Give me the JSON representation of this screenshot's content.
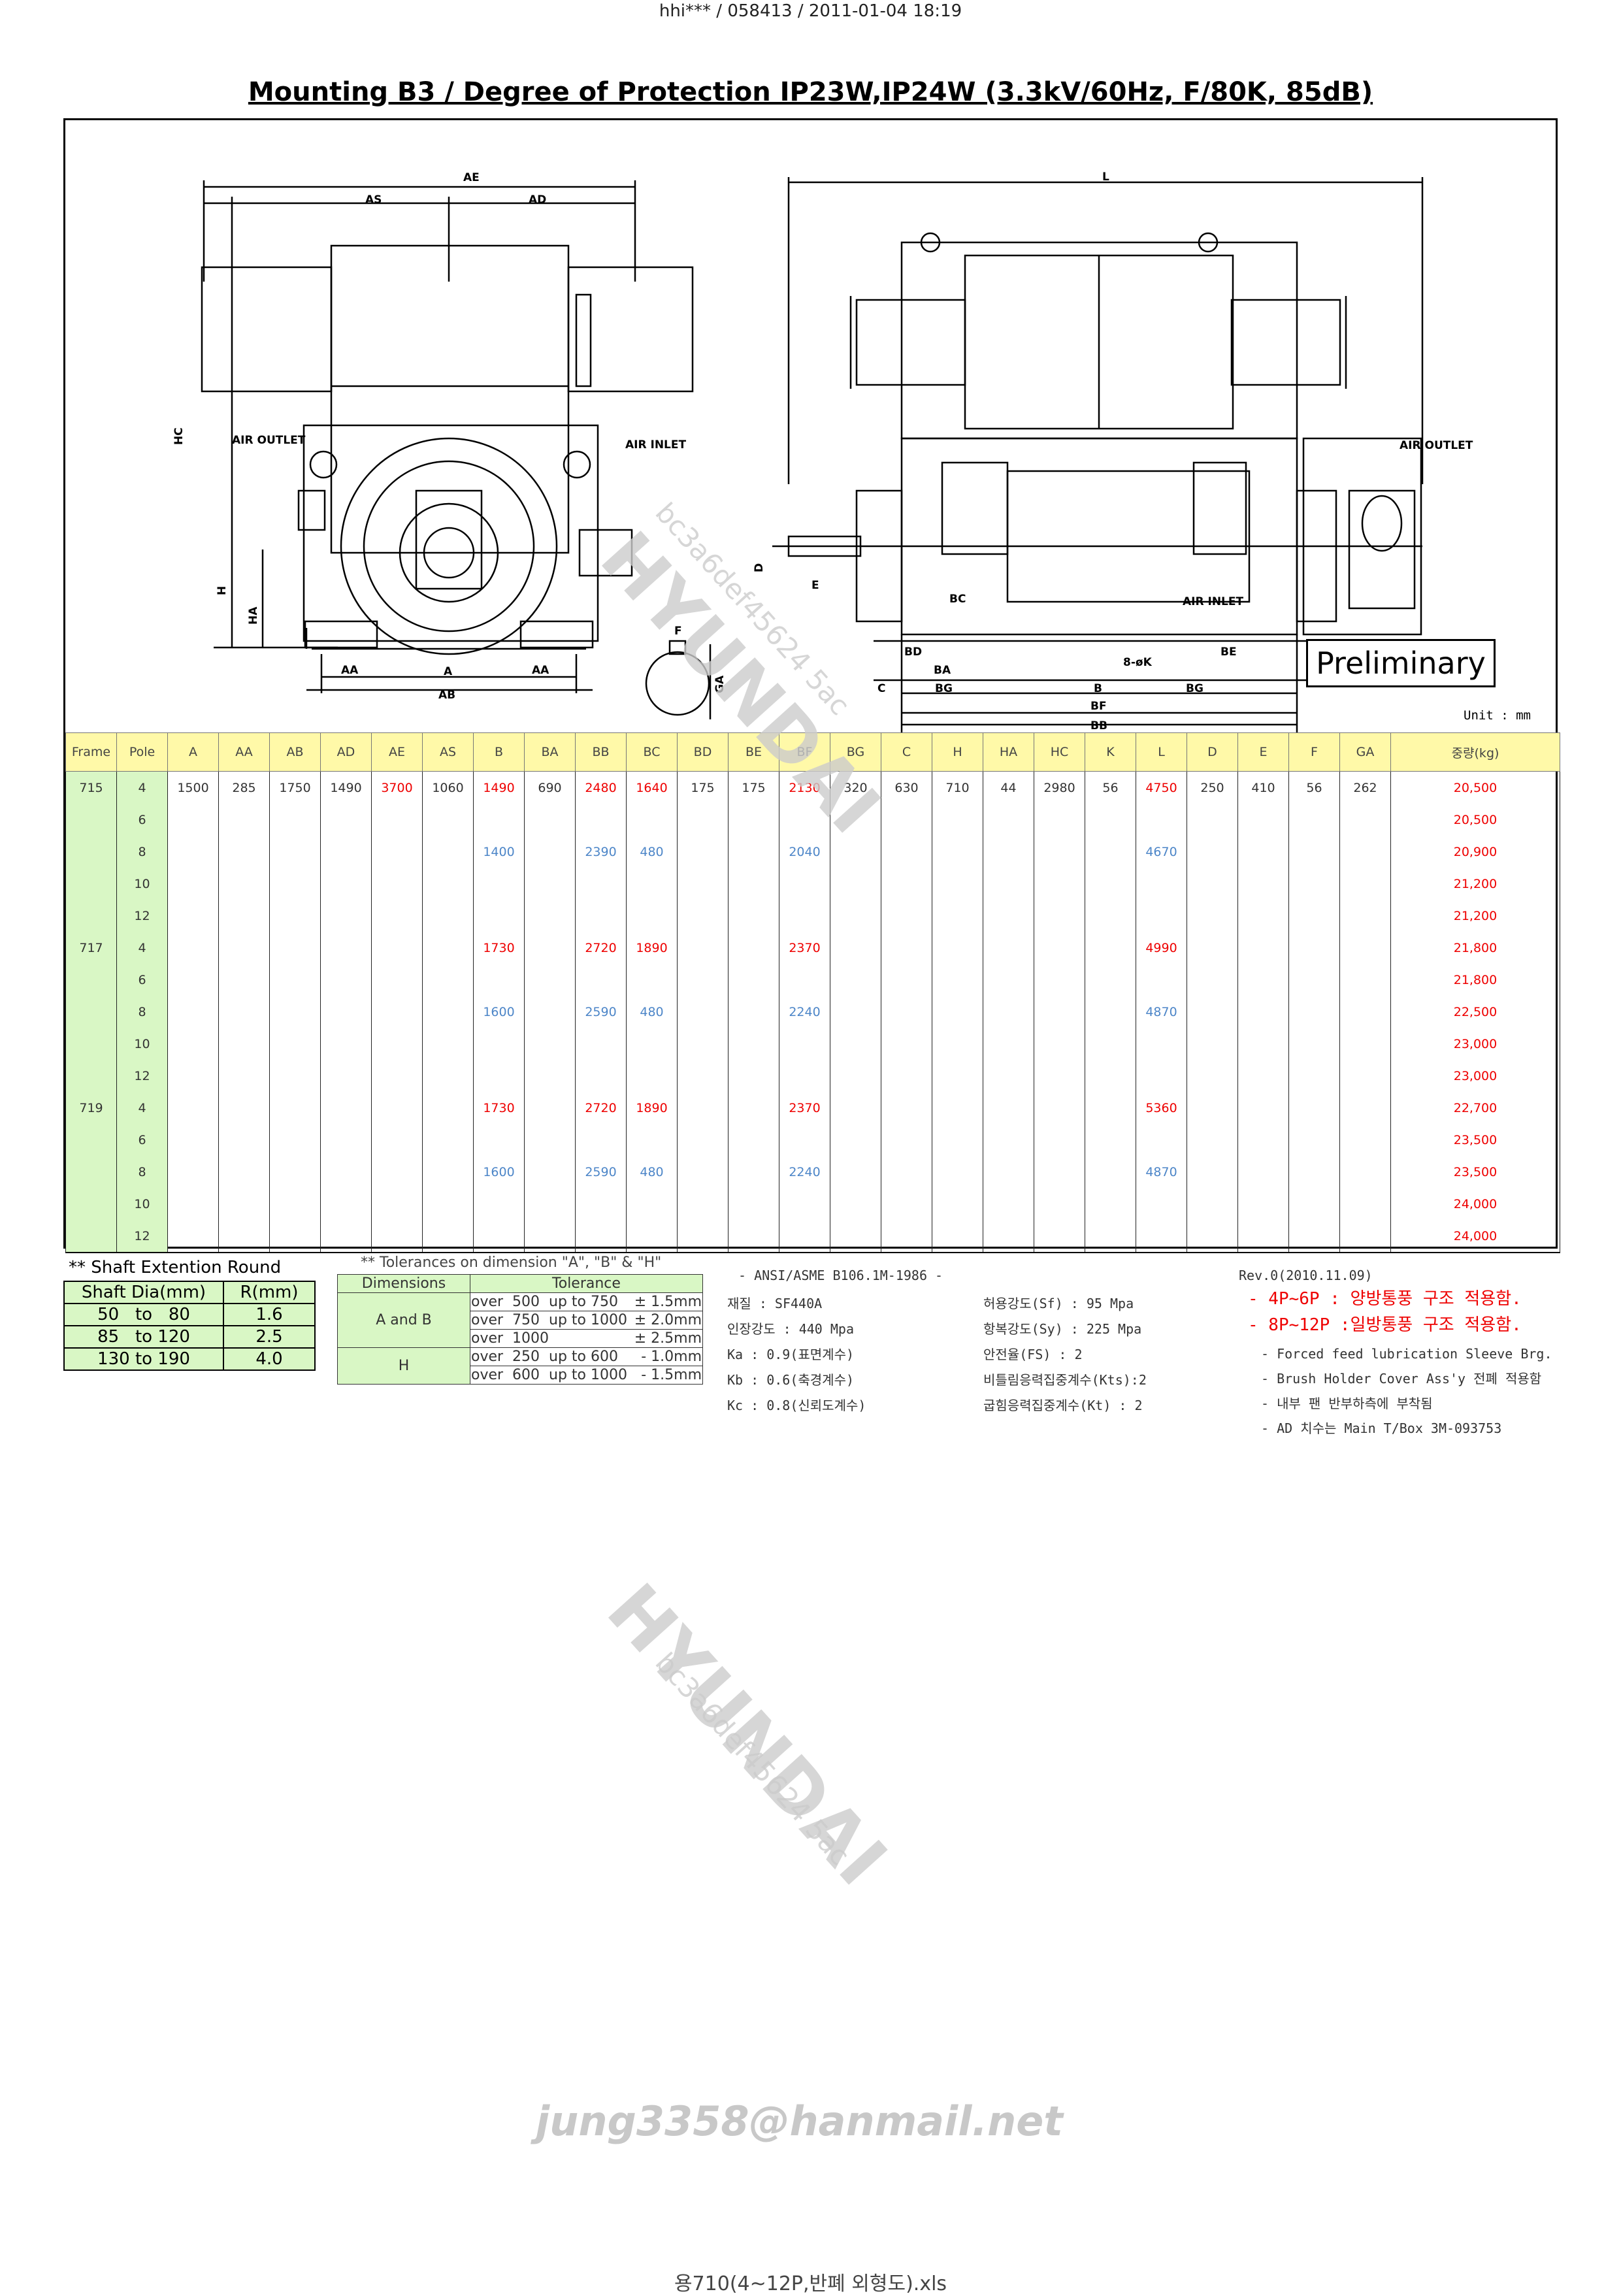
{
  "header": {
    "stamp": "hhi*** / 058413 / 2011-01-04 18:19"
  },
  "title": "Mounting B3 / Degree of Protection IP23W,IP24W (3.3kV/60Hz, F/80K, 85dB)",
  "drawing": {
    "labels": {
      "AE": "AE",
      "AS": "AS",
      "AD": "AD",
      "HC": "HC",
      "H": "H",
      "HA": "HA",
      "AA": "AA",
      "A": "A",
      "AB": "AB",
      "F": "F",
      "GA": "GA",
      "D": "D",
      "E": "E",
      "L": "L",
      "BC": "BC",
      "BD": "BD",
      "BA": "BA",
      "C": "C",
      "BG": "BG",
      "B": "B",
      "BF": "BF",
      "BB": "BB",
      "BE": "BE",
      "K": "8-øK",
      "air_outlet": "AIR OUTLET",
      "air_inlet": "AIR INLET"
    },
    "preliminary": "Preliminary",
    "unit": "Unit : mm"
  },
  "table": {
    "headers": [
      "Frame",
      "Pole",
      "A",
      "AA",
      "AB",
      "AD",
      "AE",
      "AS",
      "B",
      "BA",
      "BB",
      "BC",
      "BD",
      "BE",
      "BF",
      "BG",
      "C",
      "H",
      "HA",
      "HC",
      "K",
      "L",
      "D",
      "E",
      "F",
      "GA",
      "중량(kg)"
    ],
    "rows": [
      [
        "715",
        "4",
        "1500",
        "285",
        "1750",
        "1490",
        "3700",
        "1060",
        "1490",
        "690",
        "2480",
        "1640",
        "175",
        "175",
        "2130",
        "320",
        "630",
        "710",
        "44",
        "2980",
        "56",
        "4750",
        "250",
        "410",
        "56",
        "262",
        "20,500"
      ],
      [
        "",
        "6",
        "",
        "",
        "",
        "",
        "",
        "",
        "",
        "",
        "",
        "",
        "",
        "",
        "",
        "",
        "",
        "",
        "",
        "",
        "",
        "",
        "",
        "",
        "",
        "",
        "20,500"
      ],
      [
        "",
        "8",
        "",
        "",
        "",
        "",
        "",
        "",
        "1400",
        "",
        "2390",
        "480",
        "",
        "",
        "2040",
        "",
        "",
        "",
        "",
        "",
        "",
        "4670",
        "",
        "",
        "",
        "",
        "20,900"
      ],
      [
        "",
        "10",
        "",
        "",
        "",
        "",
        "",
        "",
        "",
        "",
        "",
        "",
        "",
        "",
        "",
        "",
        "",
        "",
        "",
        "",
        "",
        "",
        "",
        "",
        "",
        "",
        "21,200"
      ],
      [
        "",
        "12",
        "",
        "",
        "",
        "",
        "",
        "",
        "",
        "",
        "",
        "",
        "",
        "",
        "",
        "",
        "",
        "",
        "",
        "",
        "",
        "",
        "",
        "",
        "",
        "",
        "21,200"
      ],
      [
        "717",
        "4",
        "",
        "",
        "",
        "",
        "",
        "",
        "1730",
        "",
        "2720",
        "1890",
        "",
        "",
        "2370",
        "",
        "",
        "",
        "",
        "",
        "",
        "4990",
        "",
        "",
        "",
        "",
        "21,800"
      ],
      [
        "",
        "6",
        "",
        "",
        "",
        "",
        "",
        "",
        "",
        "",
        "",
        "",
        "",
        "",
        "",
        "",
        "",
        "",
        "",
        "",
        "",
        "",
        "",
        "",
        "",
        "",
        "21,800"
      ],
      [
        "",
        "8",
        "",
        "",
        "",
        "",
        "",
        "",
        "1600",
        "",
        "2590",
        "480",
        "",
        "",
        "2240",
        "",
        "",
        "",
        "",
        "",
        "",
        "4870",
        "",
        "",
        "",
        "",
        "22,500"
      ],
      [
        "",
        "10",
        "",
        "",
        "",
        "",
        "",
        "",
        "",
        "",
        "",
        "",
        "",
        "",
        "",
        "",
        "",
        "",
        "",
        "",
        "",
        "",
        "",
        "",
        "",
        "",
        "23,000"
      ],
      [
        "",
        "12",
        "",
        "",
        "",
        "",
        "",
        "",
        "",
        "",
        "",
        "",
        "",
        "",
        "",
        "",
        "",
        "",
        "",
        "",
        "",
        "",
        "",
        "",
        "",
        "",
        "23,000"
      ],
      [
        "719",
        "4",
        "",
        "",
        "",
        "",
        "",
        "",
        "1730",
        "",
        "2720",
        "1890",
        "",
        "",
        "2370",
        "",
        "",
        "",
        "",
        "",
        "",
        "5360",
        "",
        "",
        "",
        "",
        "22,700"
      ],
      [
        "",
        "6",
        "",
        "",
        "",
        "",
        "",
        "",
        "",
        "",
        "",
        "",
        "",
        "",
        "",
        "",
        "",
        "",
        "",
        "",
        "",
        "",
        "",
        "",
        "",
        "",
        "23,500"
      ],
      [
        "",
        "8",
        "",
        "",
        "",
        "",
        "",
        "",
        "1600",
        "",
        "2590",
        "480",
        "",
        "",
        "2240",
        "",
        "",
        "",
        "",
        "",
        "",
        "4870",
        "",
        "",
        "",
        "",
        "23,500"
      ],
      [
        "",
        "10",
        "",
        "",
        "",
        "",
        "",
        "",
        "",
        "",
        "",
        "",
        "",
        "",
        "",
        "",
        "",
        "",
        "",
        "",
        "",
        "",
        "",
        "",
        "",
        "",
        "24,000"
      ],
      [
        "",
        "12",
        "",
        "",
        "",
        "",
        "",
        "",
        "",
        "",
        "",
        "",
        "",
        "",
        "",
        "",
        "",
        "",
        "",
        "",
        "",
        "",
        "",
        "",
        "",
        "",
        "24,000"
      ]
    ],
    "highlight": {
      "red": [
        "AE",
        "B",
        "BB",
        "BC",
        "BF",
        "L",
        "중량(kg)"
      ],
      "blue_rows": [
        "8"
      ]
    }
  },
  "shaft": {
    "title": "** Shaft Extention Round",
    "headers": [
      "Shaft Dia(mm)",
      "R(mm)"
    ],
    "rows": [
      [
        "50   to   80",
        "1.6"
      ],
      [
        "85   to 120",
        "2.5"
      ],
      [
        "130 to 190",
        "4.0"
      ]
    ]
  },
  "tolerance": {
    "title": "** Tolerances on dimension \"A\", \"B\" & \"H\"",
    "headers": [
      "Dimensions",
      "Tolerance"
    ],
    "groups": [
      {
        "dim": "A and B",
        "rows": [
          [
            "over  500  up to 750",
            "± 1.5mm"
          ],
          [
            "over  750  up to 1000",
            "± 2.0mm"
          ],
          [
            "over  1000",
            "± 2.5mm"
          ]
        ]
      },
      {
        "dim": "H",
        "rows": [
          [
            "over  250  up to 600",
            "- 1.0mm"
          ],
          [
            "over  600  up to 1000",
            "- 1.5mm"
          ]
        ]
      }
    ]
  },
  "material": {
    "standard": "- ANSI/ASME B106.1M-1986 -",
    "left": [
      "재질 : SF440A",
      "인장강도 : 440 Mpa",
      "Ka : 0.9(표면계수)",
      "Kb : 0.6(축경계수)",
      "Kc : 0.8(신뢰도계수)"
    ],
    "right": [
      "허용강도(Sf) : 95 Mpa",
      "항복강도(Sy) : 225 Mpa",
      "안전율(FS) : 2",
      "비틀림응력집중계수(Kts):2",
      "굽힘응력집중계수(Kt) : 2"
    ]
  },
  "notes": {
    "rev": "Rev.0(2010.11.09)",
    "red": [
      "- 4P~6P : 양방통풍 구조 적용함.",
      "- 8P~12P :일방통풍 구조 적용함."
    ],
    "black": [
      "- Forced feed lubrication Sleeve Brg.",
      "- Brush Holder Cover Ass'y 전폐 적용함",
      "- 내부 팬 반부하측에 부착됨",
      "- AD 치수는 Main T/Box 3M-093753"
    ]
  },
  "watermark": {
    "brand": "HYUNDAI",
    "code": "bc3a6def45624 5ac",
    "email": "jung3358@hanmail.net"
  },
  "footer": {
    "filename": "용710(4~12P,반폐 외형도).xls"
  }
}
